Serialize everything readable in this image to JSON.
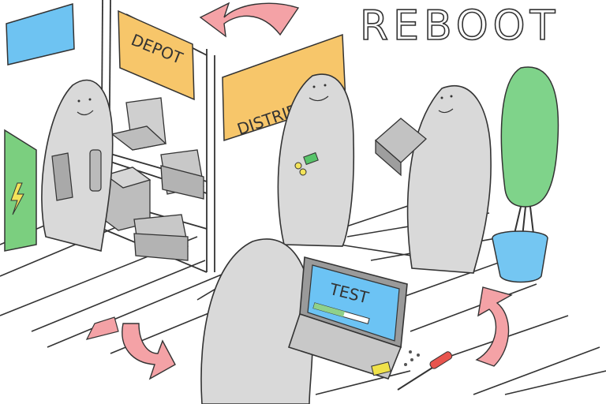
{
  "title": "REBOOT",
  "signs": {
    "depot": "DEPOT",
    "distribution": "DISTRIBUTION"
  },
  "laptop_screen": {
    "label": "TEST",
    "progress": 0.55
  },
  "colors": {
    "sign_orange": "#f7c66a",
    "blue_panel": "#6ec3f2",
    "green_panel": "#7bcf7f",
    "figure_gray": "#d9d9d9",
    "arrow_pink": "#f4a2a6",
    "plant_green": "#7fd38a",
    "pot_blue": "#74c6f2",
    "laptop_screen_blue": "#6cc3f4",
    "progress_green": "#8fd18a",
    "usb_yellow": "#f0e24a",
    "screwdriver_red": "#e8554e",
    "money_green": "#58c46a",
    "coin_yellow": "#f3e35a"
  },
  "icons": [
    "lightning-icon",
    "cycle-arrow-icon",
    "infinity-icon",
    "smile-icon"
  ]
}
